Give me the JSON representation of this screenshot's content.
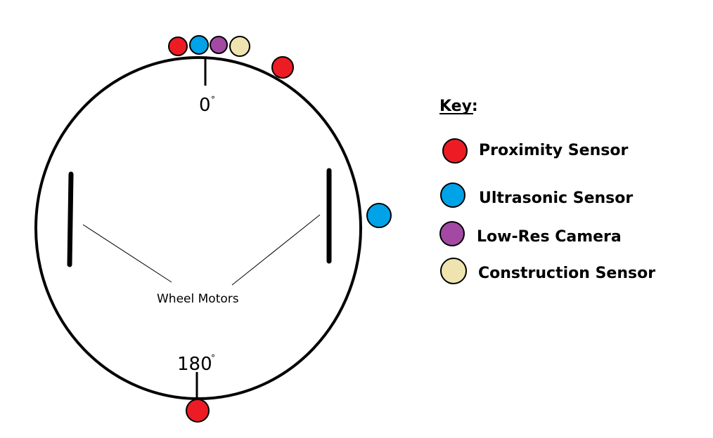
{
  "diagram": {
    "angle_top": "0",
    "angle_bottom": "180",
    "degree_symbol": "°",
    "motors_label": "Wheel Motors"
  },
  "key": {
    "title": "Key:",
    "items": [
      {
        "label": "Proximity Sensor",
        "color": "#ed1c24"
      },
      {
        "label": "Ultrasonic Sensor",
        "color": "#00a2e8"
      },
      {
        "label": "Low-Res Camera",
        "color": "#a349a4"
      },
      {
        "label": "Construction Sensor",
        "color": "#efe4b0"
      }
    ]
  },
  "colors": {
    "proximity": "#ed1c24",
    "ultrasonic": "#00a2e8",
    "camera": "#a349a4",
    "construction": "#efe4b0",
    "outline": "#000000"
  }
}
